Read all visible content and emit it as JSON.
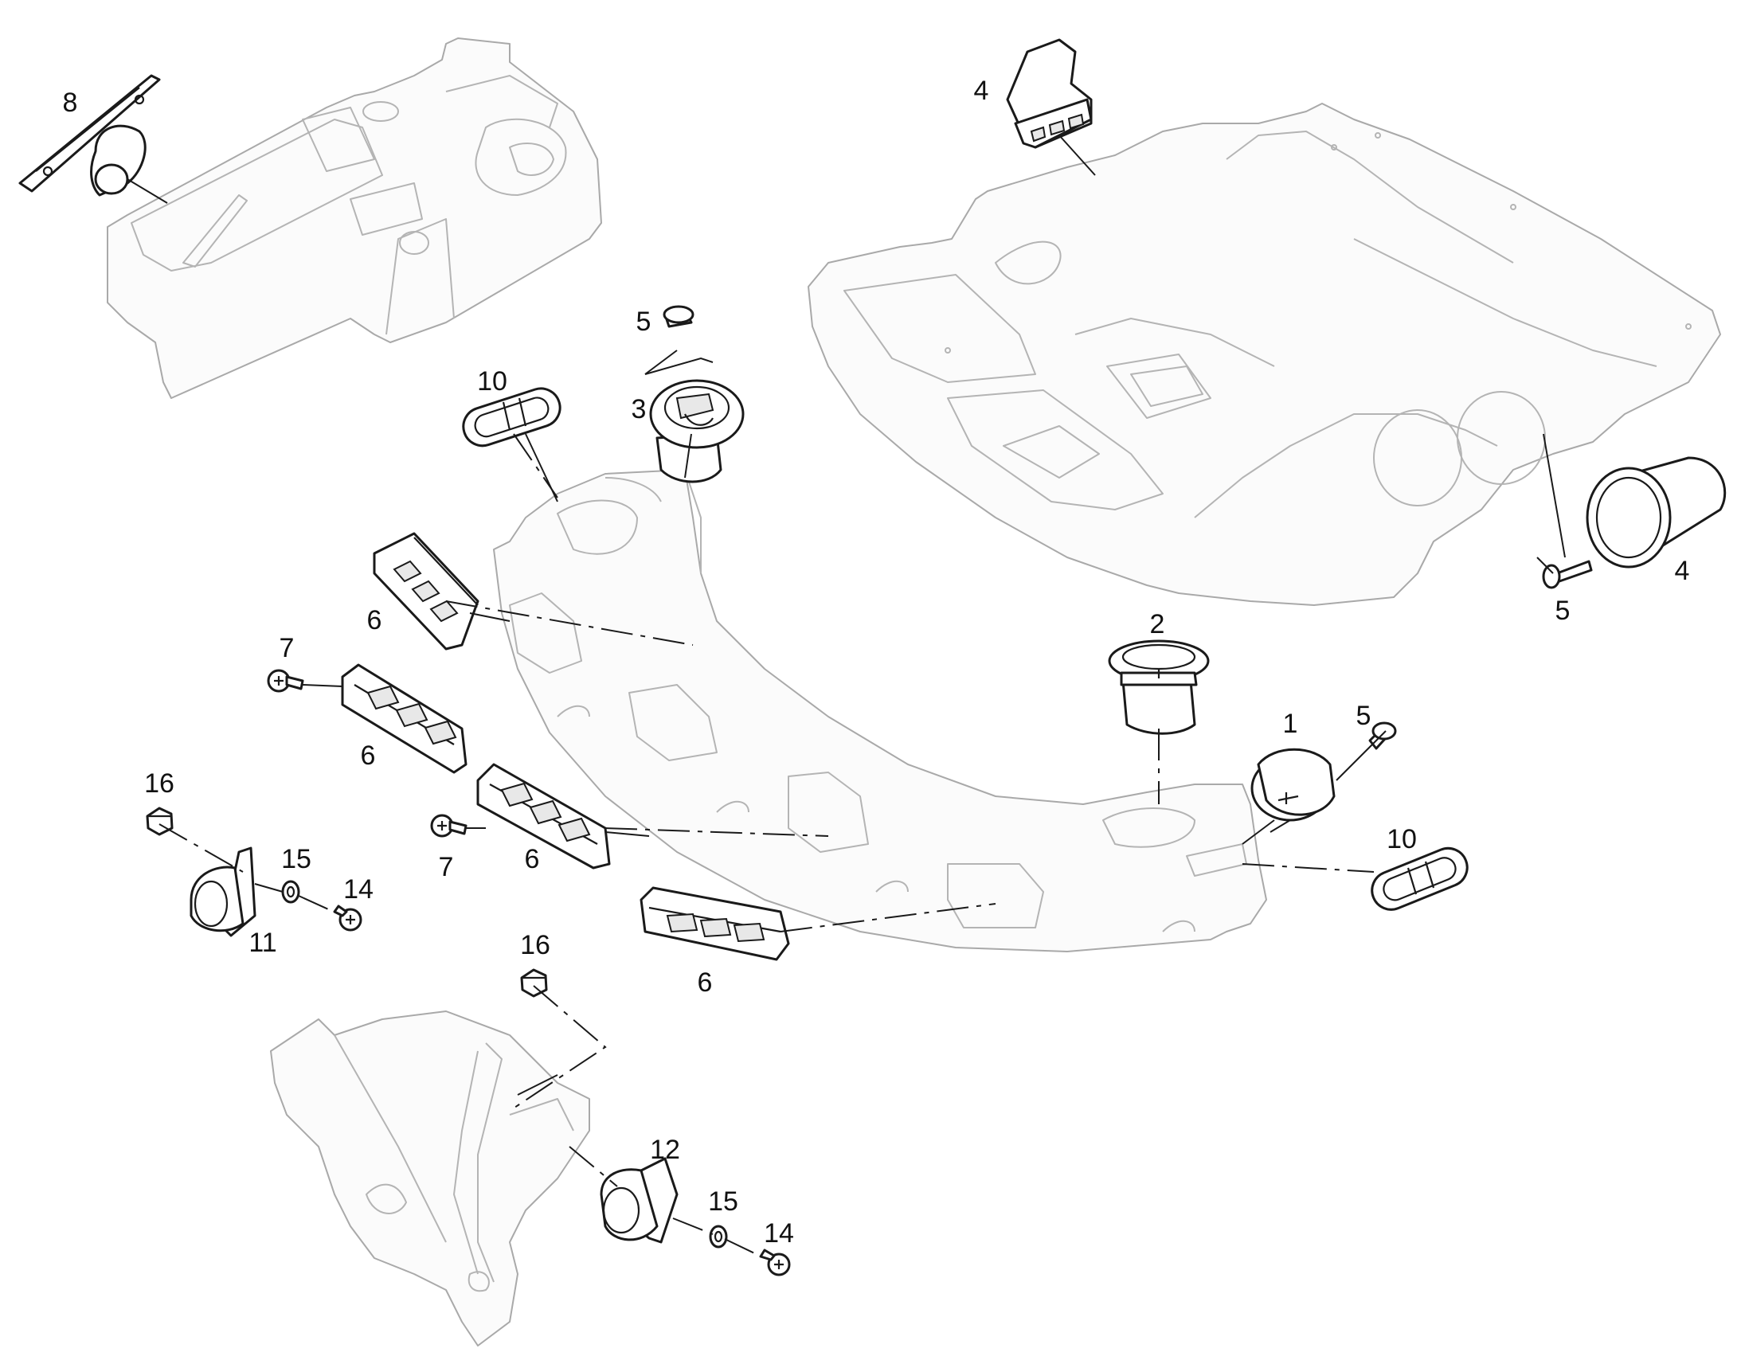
{
  "parts": [
    {
      "id": "p1",
      "label": "1"
    },
    {
      "id": "p2",
      "label": "2"
    },
    {
      "id": "p3",
      "label": "3"
    },
    {
      "id": "p4a",
      "label": "4"
    },
    {
      "id": "p4b",
      "label": "4"
    },
    {
      "id": "p5a",
      "label": "5"
    },
    {
      "id": "p5b",
      "label": "5"
    },
    {
      "id": "p5c",
      "label": "5"
    },
    {
      "id": "p6a",
      "label": "6"
    },
    {
      "id": "p6b",
      "label": "6"
    },
    {
      "id": "p6c",
      "label": "6"
    },
    {
      "id": "p6d",
      "label": "6"
    },
    {
      "id": "p7a",
      "label": "7"
    },
    {
      "id": "p7b",
      "label": "7"
    },
    {
      "id": "p8",
      "label": "8"
    },
    {
      "id": "p10a",
      "label": "10"
    },
    {
      "id": "p10b",
      "label": "10"
    },
    {
      "id": "p11",
      "label": "11"
    },
    {
      "id": "p12",
      "label": "12"
    },
    {
      "id": "p14a",
      "label": "14"
    },
    {
      "id": "p14b",
      "label": "14"
    },
    {
      "id": "p15a",
      "label": "15"
    },
    {
      "id": "p15b",
      "label": "15"
    },
    {
      "id": "p16a",
      "label": "16"
    },
    {
      "id": "p16b",
      "label": "16"
    }
  ],
  "icons": [
    "vent-grille-icon",
    "round-vent-icon",
    "air-duct-icon",
    "screw-icon",
    "nut-icon",
    "washer-icon",
    "gasket-icon"
  ]
}
